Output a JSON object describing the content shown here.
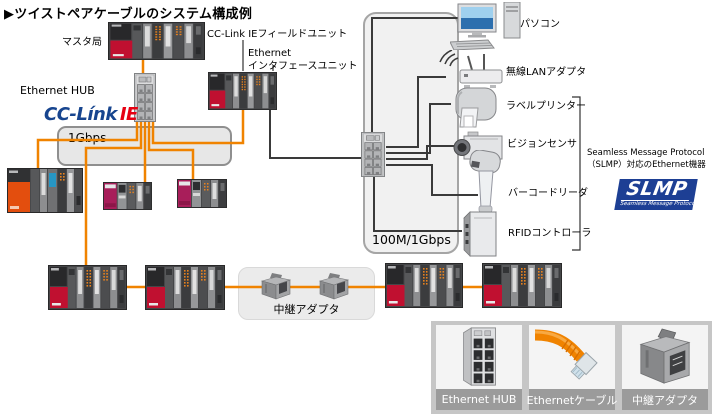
{
  "title": "▶ツイストペアケーブルのシステム構成例",
  "colors": {
    "cable_orange": "#f08300",
    "cable_black": "#3a3a3a",
    "cclink_blue": "#17458f",
    "cclink_red": "#e60012",
    "slmp_blue": "#1d3f94"
  },
  "left_network": {
    "master_label": "マスタ局",
    "hub_label": "Ethernet HUB",
    "logo_cc": "CC-Línk",
    "logo_ie": "IE",
    "bus_speed": "1Gbps",
    "field_unit_label": "CC-Link IEフィールドユニット",
    "interface_label_line1": "Ethernet",
    "interface_label_line2": "インタフェースユニット"
  },
  "right_network": {
    "box_speed": "100M/1Gbps",
    "devices": [
      {
        "label": "パソコン",
        "icon": "pc-icon"
      },
      {
        "label": "無線LANアダプタ",
        "icon": "wireless-lan-adapter-icon"
      },
      {
        "label": "ラベルプリンター",
        "icon": "label-printer-icon"
      },
      {
        "label": "ビジョンセンサ",
        "icon": "vision-sensor-icon"
      },
      {
        "label": "バーコードリーダ",
        "icon": "barcode-reader-icon"
      },
      {
        "label": "RFIDコントローラ",
        "icon": "rfid-controller-icon"
      }
    ],
    "slmp_note_line1": "Seamless Message Protocol",
    "slmp_note_line2": "（SLMP）対応のEthernet機器",
    "slmp_logo_text": "SLMP",
    "slmp_logo_sub": "Seamless Message Protocol"
  },
  "bottom_row": {
    "relay_label": "中継アダプタ"
  },
  "legend": {
    "items": [
      {
        "label": "Ethernet HUB",
        "icon": "hub-icon"
      },
      {
        "label": "Ethernetケーブル",
        "icon": "ethernet-cable-icon"
      },
      {
        "label": "中継アダプタ",
        "icon": "relay-adapter-icon"
      }
    ]
  }
}
